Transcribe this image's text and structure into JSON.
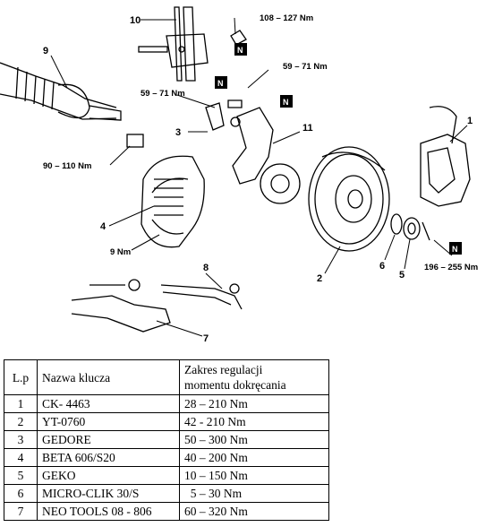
{
  "diagram": {
    "part_numbers": [
      "1",
      "2",
      "3",
      "4",
      "5",
      "6",
      "7",
      "8",
      "9",
      "10",
      "11"
    ],
    "torque_labels": {
      "top_right": "108 – 127 Nm",
      "upper_right": "59 – 71 Nm",
      "upper_mid": "59 – 71 Nm",
      "left": "90 – 110 Nm",
      "shield": "9 Nm",
      "hub": "196 – 255 Nm"
    },
    "new_part_mark": "N"
  },
  "table": {
    "headers": {
      "lp": "L.p",
      "name": "Nazwa klucza",
      "range_line1": "Zakres regulacji",
      "range_line2": "momentu dokręcania"
    },
    "rows": [
      {
        "lp": "1",
        "name": "CK- 4463",
        "range": "28 – 210 Nm"
      },
      {
        "lp": "2",
        "name": "YT-0760",
        "range": "42 - 210 Nm"
      },
      {
        "lp": "3",
        "name": "GEDORE",
        "range": "50 – 300 Nm"
      },
      {
        "lp": "4",
        "name": "BETA 606/S20",
        "range": "40 – 200 Nm"
      },
      {
        "lp": "5",
        "name": "GEKO",
        "range": "10 – 150 Nm"
      },
      {
        "lp": "6",
        "name": "MICRO-CLIK 30/S",
        "range": "  5 – 30 Nm"
      },
      {
        "lp": "7",
        "name": "NEO TOOLS 08 - 806",
        "range": "60 – 320 Nm"
      }
    ]
  }
}
